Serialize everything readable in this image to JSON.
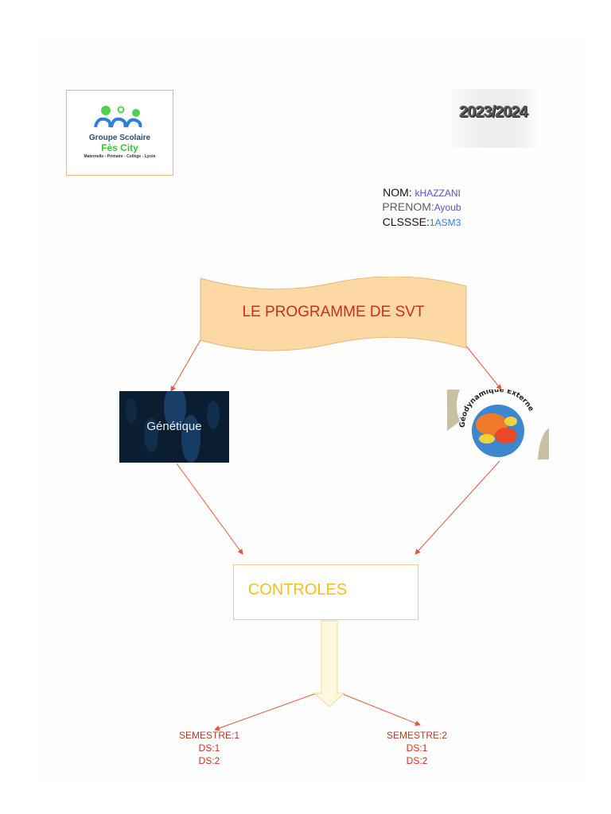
{
  "school": {
    "name_line1": "Groupe Scolaire",
    "name_line2": "Fès City",
    "name_line3": "Maternelle - Primaire - Collège - Lycée"
  },
  "year": "2023/2024",
  "student": {
    "nom_label": "NOM:",
    "nom_value": "kHAZZANI",
    "prenom_label": "PRENOM:",
    "prenom_value": "Ayoub",
    "classe_label": "CLSSSE:",
    "classe_value": "1ASM3"
  },
  "banner": {
    "title": "LE PROGRAMME DE SVT"
  },
  "topics": {
    "genetics": "Génétique",
    "geodynamics": "Géodynamique Externe"
  },
  "controles": {
    "title": "CONTROLES"
  },
  "semesters": [
    {
      "title": "SEMESTRE:1",
      "ds1": "DS:1",
      "ds2": "DS:2"
    },
    {
      "title": "SEMESTRE:2",
      "ds1": "DS:1",
      "ds2": "DS:2"
    }
  ],
  "colors": {
    "accent_red": "#d42a1c",
    "banner_fill": "#fcd8a4",
    "controles_text": "#f2c020",
    "connector": "#e05a3a"
  }
}
